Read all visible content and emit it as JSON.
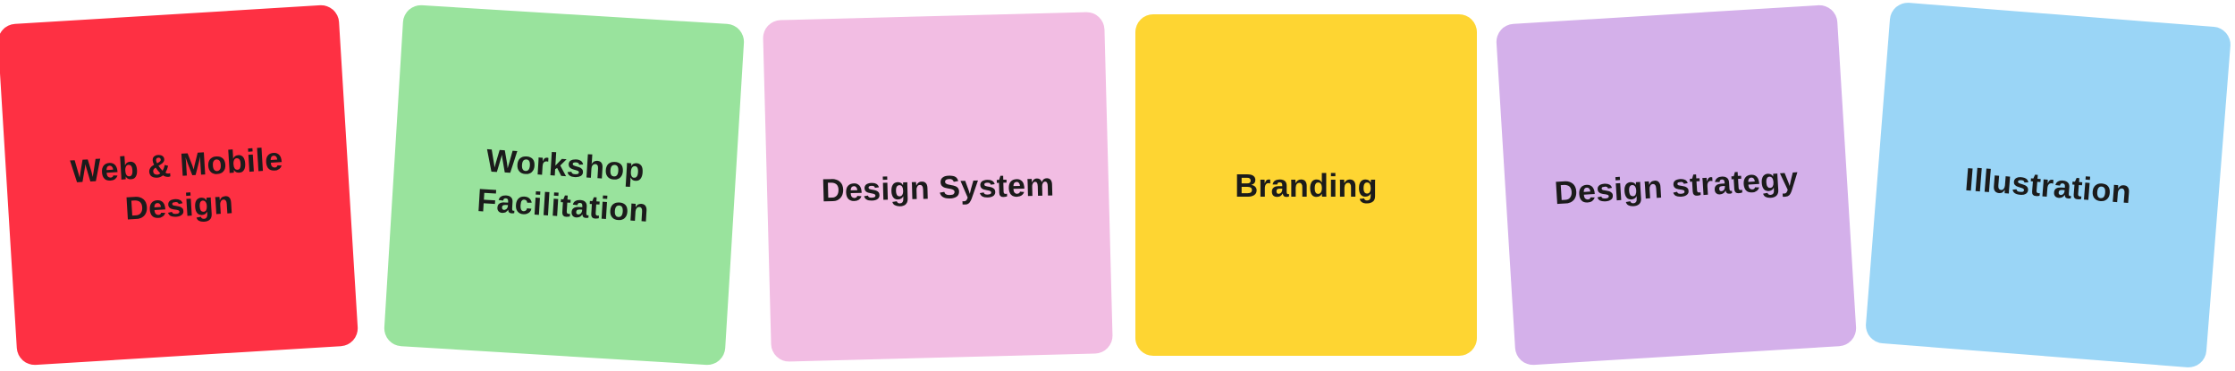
{
  "cards": [
    {
      "label": "Web & Mobile Design",
      "color": "#fe3043"
    },
    {
      "label": "Workshop Facilitation",
      "color": "#99e39d"
    },
    {
      "label": "Design System",
      "color": "#f2bde3"
    },
    {
      "label": "Branding",
      "color": "#fed532"
    },
    {
      "label": "Design strategy",
      "color": "#d4b0ea"
    },
    {
      "label": "Illustration",
      "color": "#9ad5f6"
    }
  ]
}
